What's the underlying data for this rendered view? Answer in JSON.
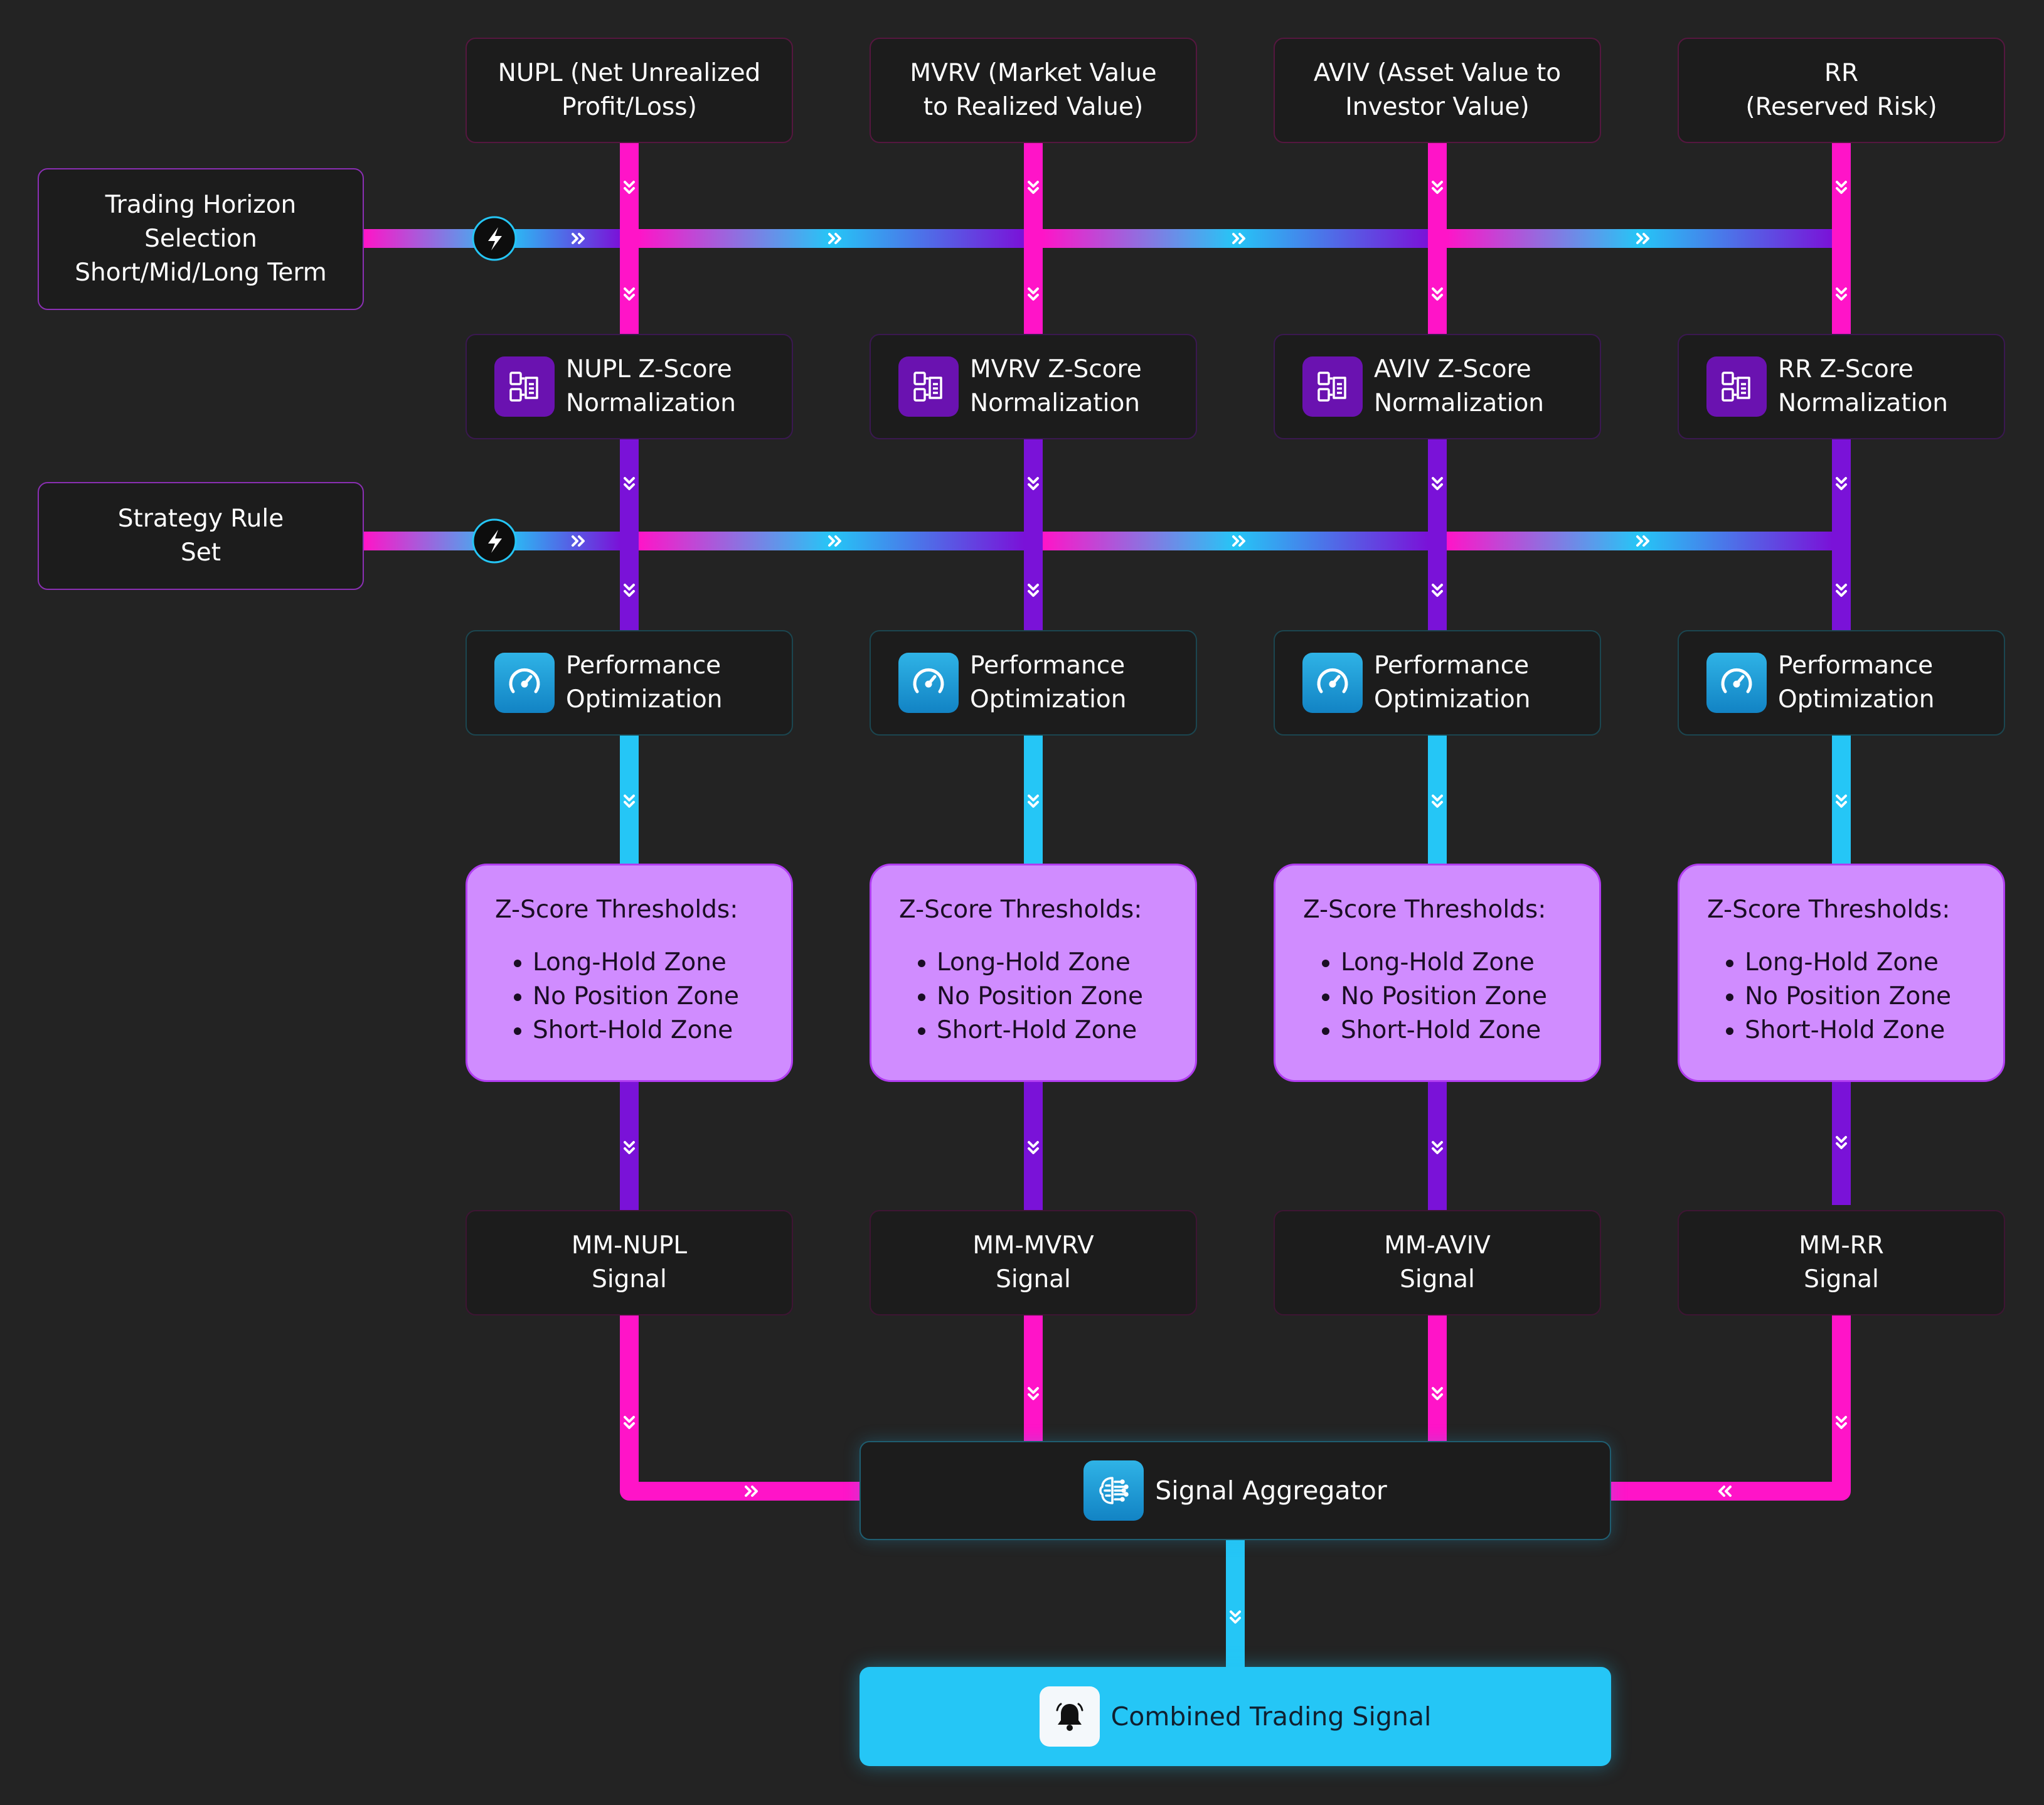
{
  "inputs": [
    {
      "label": "NUPL (Net Unrealized\nProfit/Loss)"
    },
    {
      "label": "MVRV (Market Value\nto Realized Value)"
    },
    {
      "label": "AVIV (Asset Value to\nInvestor Value)"
    },
    {
      "label": "RR\n(Reserved Risk)"
    }
  ],
  "side": {
    "trading_horizon": "Trading Horizon\nSelection\nShort/Mid/Long Term",
    "strategy_rule": "Strategy Rule\nSet"
  },
  "normalization": [
    {
      "label": "NUPL Z-Score\nNormalization"
    },
    {
      "label": "MVRV Z-Score\nNormalization"
    },
    {
      "label": "AVIV Z-Score\nNormalization"
    },
    {
      "label": "RR Z-Score\nNormalization"
    }
  ],
  "performance": {
    "label": "Performance\nOptimization"
  },
  "thresholds": {
    "title": "Z-Score Thresholds:",
    "items": [
      "Long-Hold Zone",
      "No Position Zone",
      "Short-Hold Zone"
    ]
  },
  "signals": [
    {
      "label": "MM-NUPL\nSignal"
    },
    {
      "label": "MM-MVRV\nSignal"
    },
    {
      "label": "MM-AVIV\nSignal"
    },
    {
      "label": "MM-RR\nSignal"
    }
  ],
  "aggregator": {
    "label": "Signal Aggregator"
  },
  "combined": {
    "label": "Combined Trading Signal"
  },
  "colors": {
    "magenta": "#ff14c8",
    "purple": "#7a12d8",
    "cyan": "#25c6f6",
    "zone_fill": "#d08cff",
    "background": "#232323"
  },
  "icons": {
    "normalization": "document-transform-icon",
    "performance": "speedometer-icon",
    "aggregator": "brain-circuit-icon",
    "combined": "bell-icon",
    "junction": "lightning-icon"
  }
}
